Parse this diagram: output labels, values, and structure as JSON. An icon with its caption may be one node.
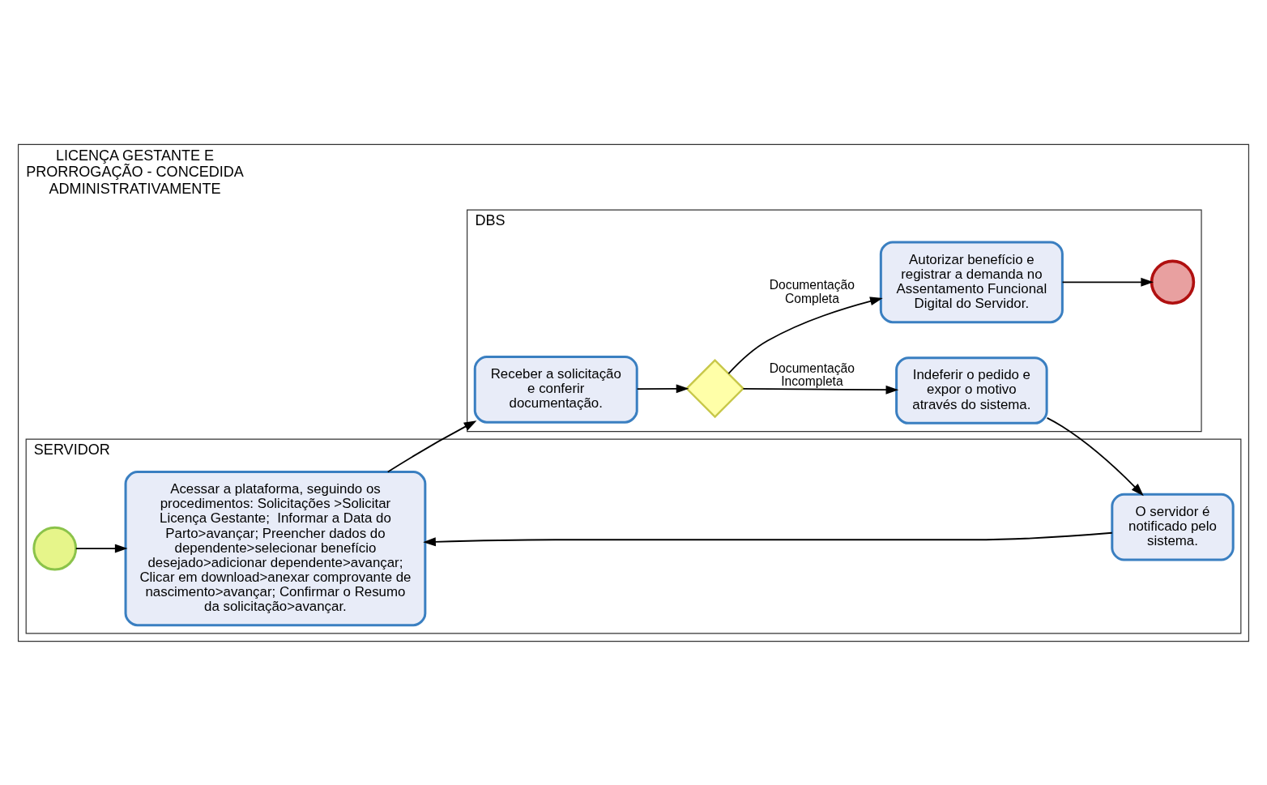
{
  "diagram": {
    "nodes": [
      {
        "text": [
          "LICENÇA GESTANTE E PRORROGAÇÃO - CONCEDIDA ADMINISTRATIVAMENTE"
        ]
      },
      {
        "text": [
          "SERVIDOR"
        ],
        "in": 0
      },
      {
        "text": [
          "DBS"
        ],
        "in": 0
      },
      {
        "text": [],
        "shape": "circle",
        "in": 1
      },
      {
        "text": [
          "Acessar a plataforma, seguindo os procedimentos: Solicitações >Solicitar Licença Gestante;  Informar a Data do Parto>avançar; Preencher dados do dependente>selecionar benefício desejado>adicionar dependente>avançar; Clicar em download>anexar comprovante de nascimento>avançar; Confirmar o Resumo da solicitação>avançar."
        ],
        "in": 1
      },
      {
        "text": [
          "O servidor é notificado pelo sistema."
        ],
        "in": 1
      },
      {
        "text": [
          "Receber a solicitação e conferir documentação."
        ],
        "in": 2
      },
      {
        "text": [],
        "shape": "diamond",
        "in": 2
      },
      {
        "text": [
          "Indeferir o pedido e expor o motivo através do sistema."
        ],
        "in": 2
      },
      {
        "text": [
          "Autorizar benefício e registrar a demanda no Assentamento Funcional Digital do Servidor."
        ],
        "in": 2
      },
      {
        "text": [],
        "shape": "circle",
        "in": 2
      }
    ],
    "edges": [
      {
        "from": 3,
        "to": 4,
        "arrow": "to"
      },
      {
        "from": 4,
        "to": 6,
        "arrow": "to"
      },
      {
        "from": 6,
        "to": 7,
        "arrow": "to"
      },
      {
        "from": 7,
        "to": 8,
        "arrow": "to",
        "label": "Documentação Incompleta"
      },
      {
        "from": 7,
        "to": 9,
        "arrow": "to",
        "label": "Documentação Completa"
      },
      {
        "from": 8,
        "to": 5,
        "arrow": "to"
      },
      {
        "from": 5,
        "to": 4,
        "arrow": "to"
      },
      {
        "from": 9,
        "to": 10,
        "arrow": "to"
      }
    ]
  }
}
